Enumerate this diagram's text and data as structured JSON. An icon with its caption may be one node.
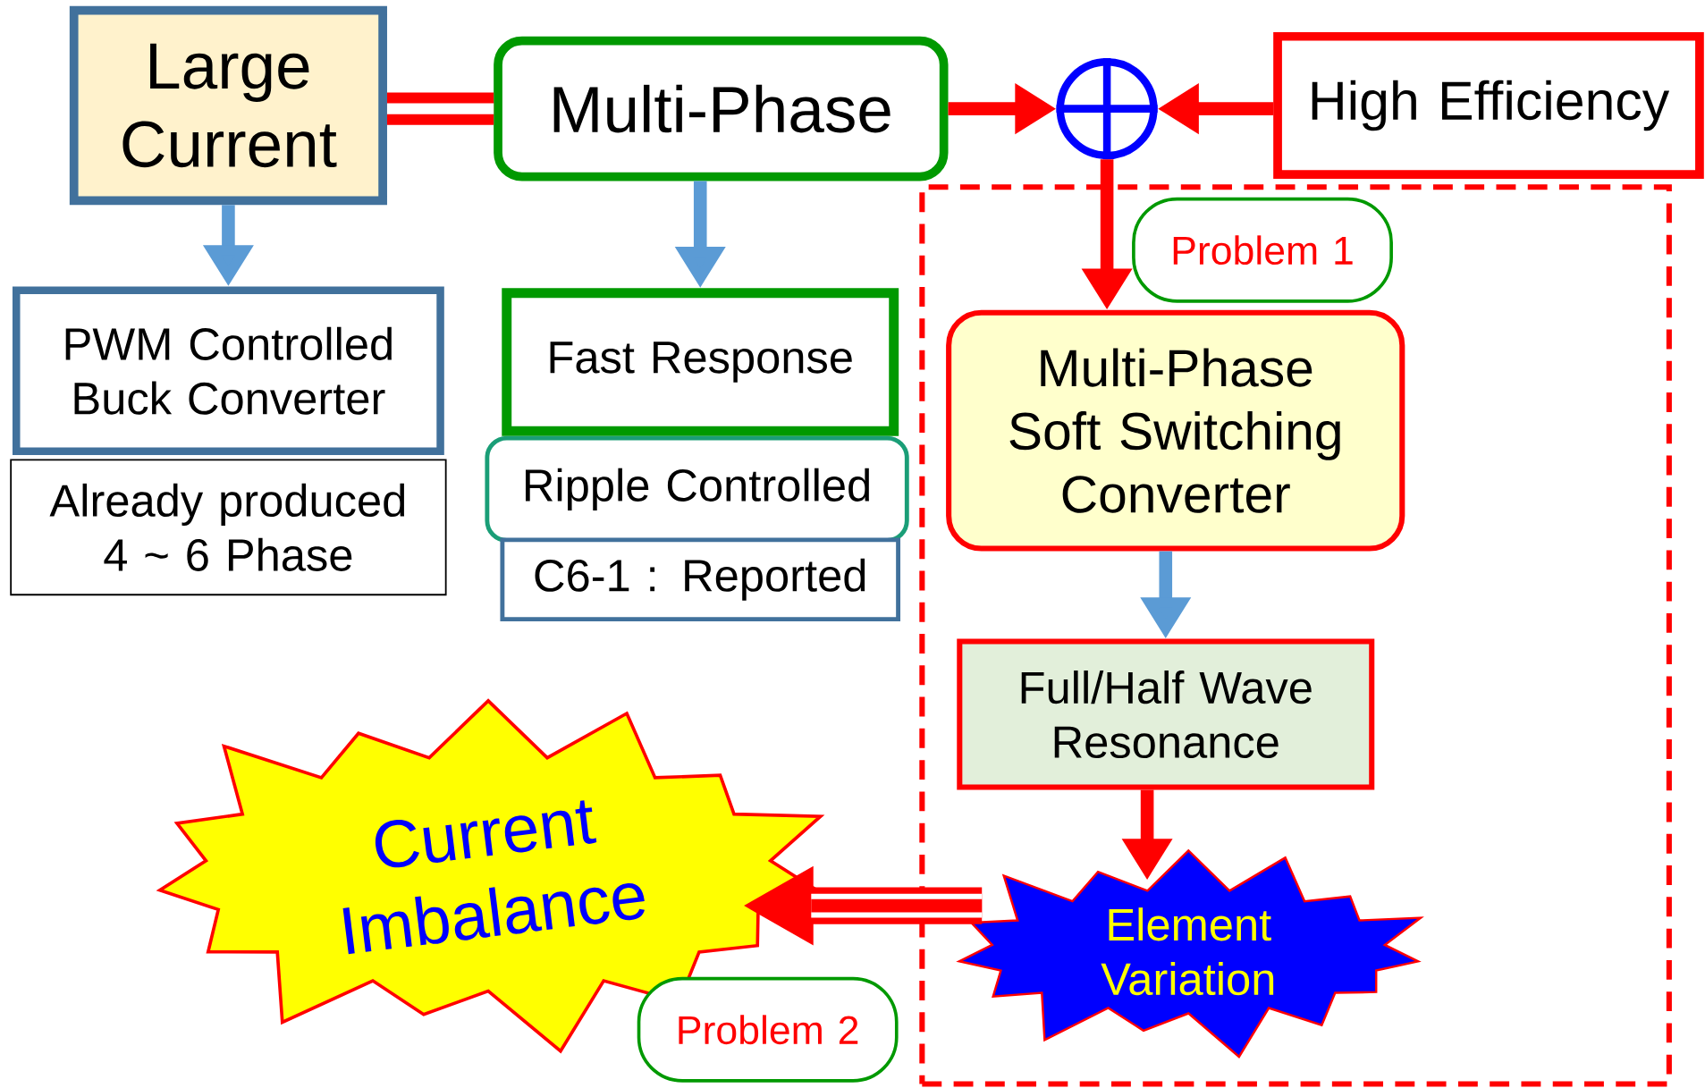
{
  "diagram": {
    "nodes": [
      {
        "text": [
          "Large Current"
        ]
      },
      {
        "text": [
          "Multi-Phase"
        ]
      },
      {
        "text": [],
        "shape": "circle"
      },
      {
        "text": [
          "High Efficiency"
        ]
      },
      {
        "text": [
          "PWM Controlled Buck Converter"
        ]
      },
      {
        "text": [
          "Already produced 4 ~ 6 Phase"
        ]
      },
      {
        "text": [
          "Fast Response"
        ]
      },
      {
        "text": [
          "Ripple Controlled"
        ]
      },
      {
        "text": [
          "C6-1 : Reported"
        ]
      },
      {
        "text": [],
        "shape": "box"
      },
      {
        "text": [
          "Problem 1"
        ],
        "in": 9
      },
      {
        "text": [
          "Multi-Phase Soft Switching Converter"
        ],
        "in": 9
      },
      {
        "text": [
          "Full/Half Wave Resonance"
        ],
        "in": 9
      },
      {
        "text": [
          "Element Variation"
        ],
        "in": 9
      },
      {
        "text": [
          "Current Imbalance"
        ]
      },
      {
        "text": [
          "Problem 2"
        ]
      }
    ],
    "edges": [
      {
        "from": 0,
        "to": 1,
        "arrow": "none",
        "style": "thick"
      },
      {
        "from": 1,
        "to": 2,
        "arrow": "to"
      },
      {
        "from": 3,
        "to": 2,
        "arrow": "to"
      },
      {
        "from": 2,
        "to": 11,
        "arrow": "to"
      },
      {
        "from": 0,
        "to": 4,
        "arrow": "to",
        "color": "#5b9bd5"
      },
      {
        "from": 1,
        "to": 6,
        "arrow": "to",
        "color": "#5b9bd5"
      },
      {
        "from": 11,
        "to": 12,
        "arrow": "to",
        "color": "#5b9bd5"
      },
      {
        "from": 12,
        "to": 13,
        "arrow": "to"
      },
      {
        "from": 13,
        "to": 14,
        "arrow": "to",
        "style": "thick"
      }
    ]
  }
}
